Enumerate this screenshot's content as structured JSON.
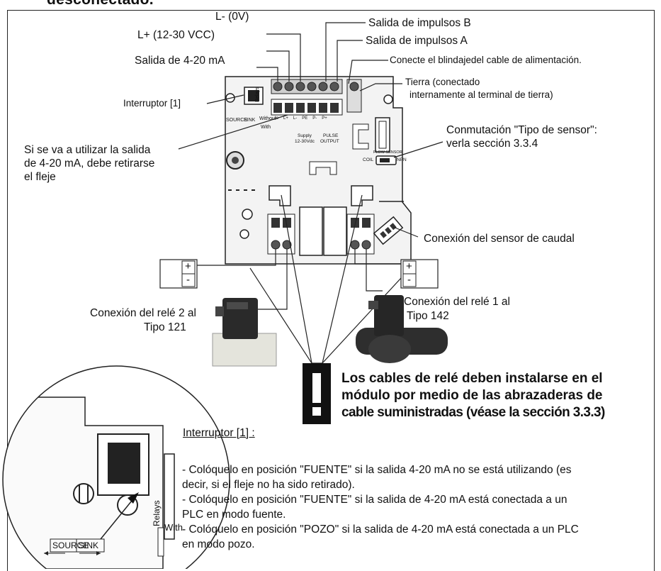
{
  "heading": "desconectado.",
  "labels": {
    "l_minus": "L- (0V)",
    "l_plus": "L+ (12-30 VCC)",
    "out_420": "Salida de 4-20 mA",
    "pulse_b": "Salida de impulsos B",
    "pulse_a": "Salida de impulsos A",
    "shield": "Conecte el blindajedel cable de alimentación.",
    "earth_1": "Tierra (conectado",
    "earth_2": "internamente al terminal de tierra)",
    "switch1": "Interruptor [1]",
    "sensor_type_1": "Conmutación \"Tipo de sensor\":",
    "sensor_type_2": "verla sección 3.3.4",
    "strap_1": "Si se va a utilizar la salida",
    "strap_2": "de 4-20 mA, debe retirarse",
    "strap_3": "el fleje",
    "flow_sensor_conn": "Conexión del sensor de caudal",
    "relay1_1": "Conexión del relé 1 al",
    "relay1_2": "Tipo 142",
    "relay2_1": "Conexión del relé 2 al",
    "relay2_2": "Tipo 121"
  },
  "board": {
    "source": "SOURCE",
    "sink": "SINK",
    "relays": "Relays",
    "without": "Without",
    "with": "With",
    "supply_1": "Supply",
    "supply_2": "12-30Vdc",
    "pulse_1": "PULSE",
    "pulse_2": "OUTPUT",
    "flow_sensor": "FLOW SENSOR",
    "coil": "COIL",
    "npn": "NPN",
    "terminals": [
      "Io",
      "L+",
      "L-",
      "PE",
      "P-",
      "P+"
    ]
  },
  "terminal_signs": {
    "plus": "+",
    "minus": "-"
  },
  "warning": {
    "line1": "Los cables de relé deben instalarse en el",
    "line2": "módulo por medio de las abrazaderas de",
    "line3": "cable suministradas (véase la sección 3.3.3)"
  },
  "switch_note": {
    "title": "Interruptor [1] :",
    "p1a": "- Colóquelo en posición \"FUENTE\" si la salida 4-20 mA no se está utilizando (es",
    "p1b": "decir, si el fleje no ha sido retirado).",
    "p2a": "- Colóquelo en posición \"FUENTE\" si la salida de 4-20 mA está conectada a un",
    "p2b": "PLC en modo fuente.",
    "p3a": "- Colóquelo en posición \"POZO\" si la salida de 4-20 mA está conectada a un PLC",
    "p3b": "en modo pozo."
  },
  "zoom": {
    "source": "SOURCE",
    "sink": "SINK",
    "relays": "Relays",
    "with": "With"
  }
}
